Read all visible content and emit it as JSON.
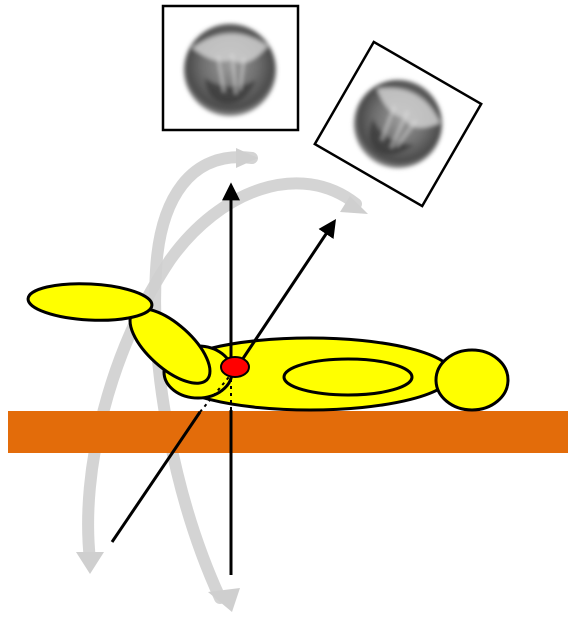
{
  "colors": {
    "background": "#ffffff",
    "table": "#e36c0a",
    "body_fill": "#ffff00",
    "outline": "#000000",
    "isocenter": "#ff0000",
    "arc_arrow": "#c8c8c8",
    "image_frame": "#000000"
  },
  "diagram": {
    "table": {},
    "patient": {
      "parts": [
        "head",
        "torso",
        "torso-inner-line",
        "upper-leg",
        "lower-leg",
        "hip"
      ]
    },
    "isocenter": {},
    "beams": [
      {
        "id": "vertical-beam",
        "direction": "vertical"
      },
      {
        "id": "oblique-beam",
        "direction": "oblique"
      }
    ],
    "rotation_arcs": [
      {
        "id": "rotation-arc-vertical"
      },
      {
        "id": "rotation-arc-oblique"
      }
    ],
    "projection_images": [
      {
        "id": "projection-image-vertical"
      },
      {
        "id": "projection-image-oblique"
      }
    ]
  }
}
